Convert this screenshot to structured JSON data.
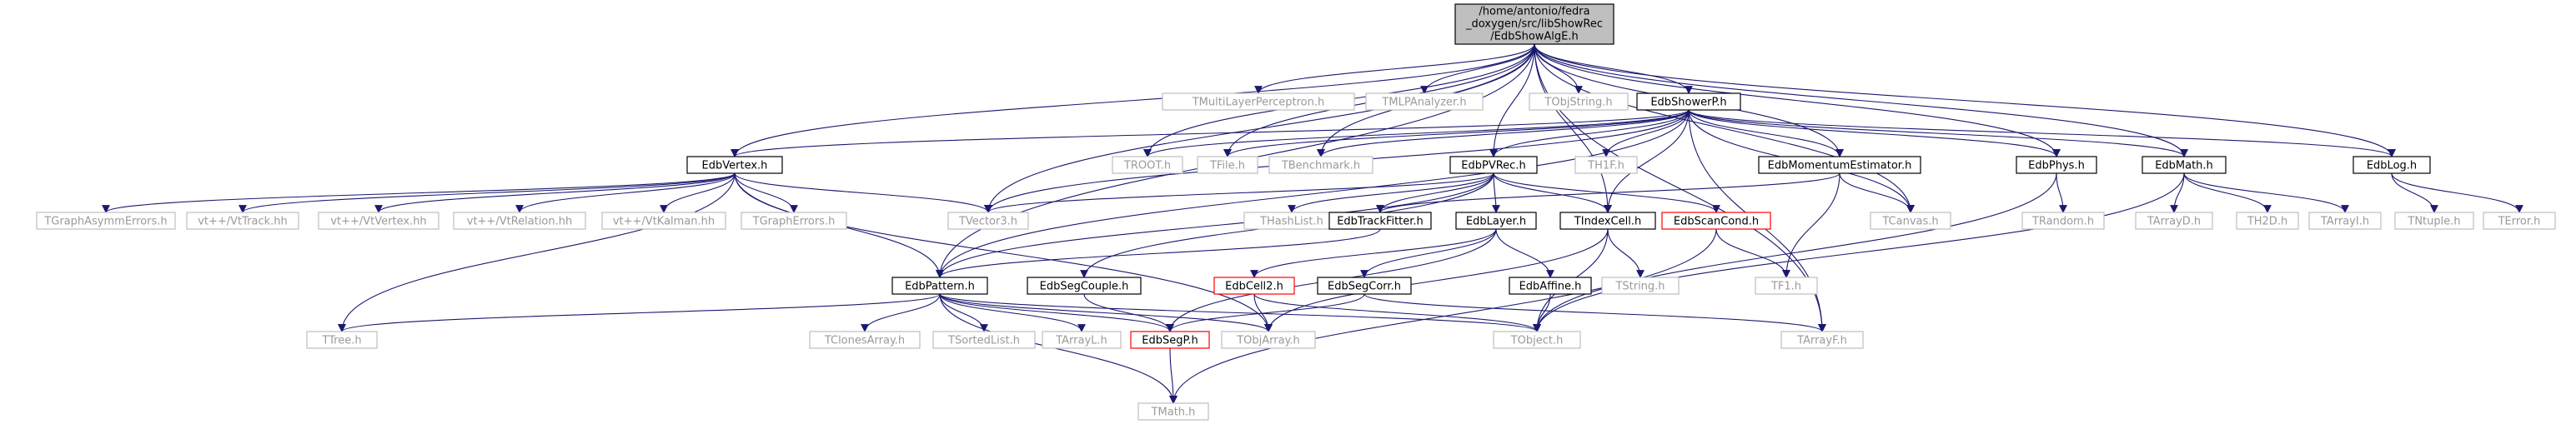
{
  "colors": {
    "root_fill": "#bfbfbf",
    "root_border": "#000000",
    "doc_border": "#000000",
    "nodoc_border": "#bfbfbf",
    "nodoc_text": "#9a9a9a",
    "incomplete_border": "#ff0000",
    "edge": "#191970",
    "text": "#000000"
  },
  "nodes": {
    "root": [
      "/home/antonio/fedra",
      "_doxygen/src/libShowRec",
      "/EdbShowAlgE.h"
    ],
    "vertex": "EdbVertex.h",
    "tvector3": "TVector3.h",
    "pattern": "EdbPattern.h",
    "troot": "TROOT.h",
    "tfile": "TFile.h",
    "tbenchmark": "TBenchmark.h",
    "tmlp": "TMultiLayerPerceptron.h",
    "tmlpa": "TMLPAnalyzer.h",
    "pvrec": "EdbPVRec.h",
    "tobjstring": "TObjString.h",
    "showerp": "EdbShowerP.h",
    "tcanvas": "TCanvas.h",
    "momest": "EdbMomentumEstimator.h",
    "phys": "EdbPhys.h",
    "math": "EdbMath.h",
    "log": "EdbLog.h",
    "tarrayf": "TArrayF.h",
    "tgraphasymm": "TGraphAsymmErrors.h",
    "vttrack": "vt++/VtTrack.hh",
    "vtvertex": "vt++/VtVertex.hh",
    "vtrel": "vt++/VtRelation.hh",
    "vtkalman": "vt++/VtKalman.hh",
    "tgrapherrors": "TGraphErrors.h",
    "ttree": "TTree.h",
    "tobjarray": "TObjArray.h",
    "th1f": "TH1F.h",
    "tindexcell": "TIndexCell.h",
    "segp": "EdbSegP.h",
    "tclones": "TClonesArray.h",
    "tsorted": "TSortedList.h",
    "tarrayl": "TArrayL.h",
    "tmath": "TMath.h",
    "tobject": "TObject.h",
    "thashlist": "THashList.h",
    "trackfitter": "EdbTrackFitter.h",
    "layer": "EdbLayer.h",
    "scancond": "EdbScanCond.h",
    "segcouple": "EdbSegCouple.h",
    "cell2": "EdbCell2.h",
    "segcorr": "EdbSegCorr.h",
    "affine": "EdbAffine.h",
    "tstring": "TString.h",
    "tf1": "TF1.h",
    "trandom": "TRandom.h",
    "tarrayd": "TArrayD.h",
    "th2d": "TH2D.h",
    "tarrayi": "TArrayI.h",
    "tntuple": "TNtuple.h",
    "terror": "TError.h"
  }
}
